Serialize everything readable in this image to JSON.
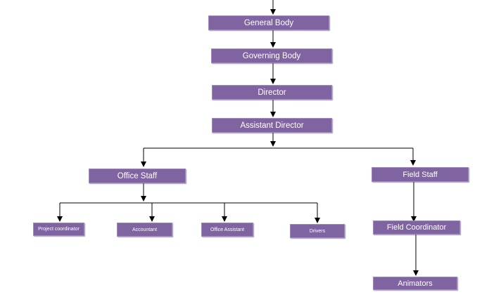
{
  "org_chart": {
    "colors": {
      "box_fill": "#8064a2",
      "box_border": "#a08cbb",
      "box_text": "#ffffff",
      "connector": "#000000"
    },
    "nodes": {
      "general_body": "General Body",
      "governing_body": "Governing Body",
      "director": "Director",
      "assistant_director": "Assistant Director",
      "office_staff": "Office Staff",
      "field_staff": "Field Staff",
      "project_coordinator": "Project coordinator",
      "accountant": "Accountant",
      "office_assistant": "Office Assistant",
      "drivers": "Drivers",
      "field_coordinator": "Field Coordinator",
      "animators": "Animators"
    }
  }
}
